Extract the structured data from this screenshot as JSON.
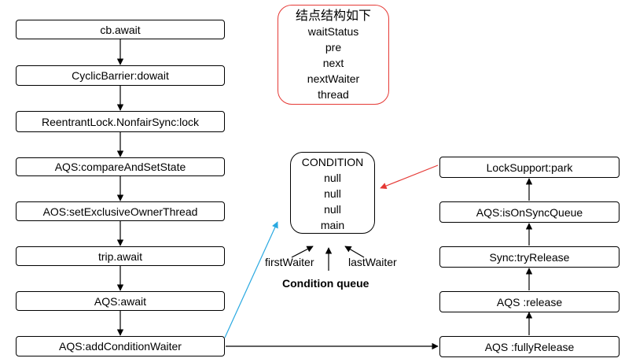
{
  "left_column": [
    "cb.await",
    "CyclicBarrier:dowait",
    "ReentrantLock.NonfairSync:lock",
    "AQS:compareAndSetState",
    "AOS:setExclusiveOwnerThread",
    "trip.await",
    "AQS:await",
    "AQS:addConditionWaiter"
  ],
  "node_structure": {
    "title": "结点结构如下",
    "fields": [
      "waitStatus",
      "pre",
      "next",
      "nextWaiter",
      "thread"
    ]
  },
  "condition_queue": {
    "entries": [
      "CONDITION",
      "null",
      "null",
      "null",
      "main"
    ],
    "first_label": "firstWaiter",
    "last_label": "lastWaiter",
    "caption": "Condition queue"
  },
  "right_column": [
    "LockSupport:park",
    "AQS:isOnSyncQueue",
    "Sync:tryRelease",
    "AQS :release",
    "AQS :fullyRelease"
  ],
  "colors": {
    "legend_border": "#e53935",
    "cyan_arrow": "#29a9e1",
    "red_arrow": "#e53935",
    "line": "#000000"
  }
}
